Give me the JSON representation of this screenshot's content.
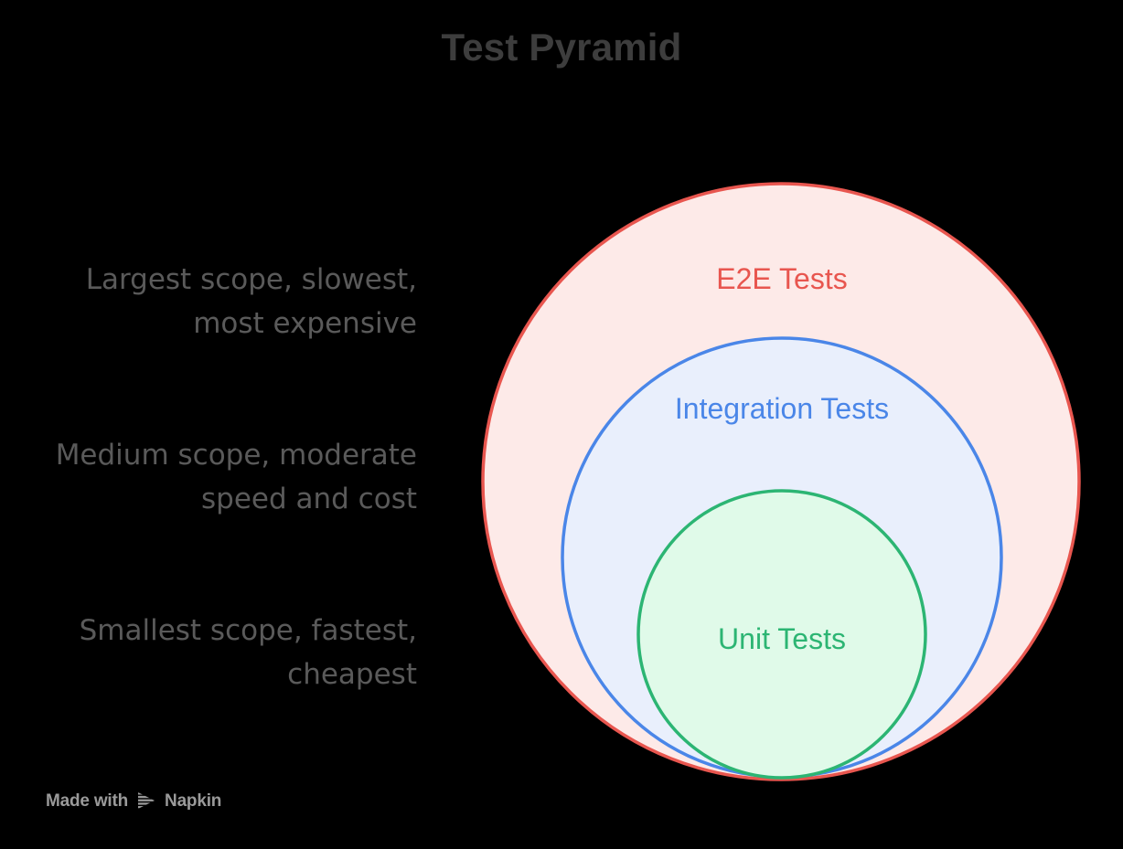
{
  "title": "Test Pyramid",
  "captions": [
    "Largest scope, slowest, most expensive",
    "Medium scope, moderate speed and cost",
    "Smallest scope, fastest, cheapest"
  ],
  "watermark": {
    "made_with": "Made with",
    "brand": "Napkin",
    "logo_icon": "napkin-triangle-icon"
  },
  "colors": {
    "background": "#000000",
    "title": "#3d3d3d",
    "caption": "#5a5a5a",
    "e2e_stroke": "#e8564f",
    "e2e_fill": "#fdeae8",
    "integration_stroke": "#4a86e8",
    "integration_fill": "#e9effc",
    "unit_stroke": "#2cb573",
    "unit_fill": "#e0fae9",
    "watermark": "#9a9a9a"
  },
  "chart_data": {
    "type": "pie",
    "title": "Test Pyramid",
    "xlabel": "",
    "ylabel": "",
    "categories": [
      "E2E Tests",
      "Integration Tests",
      "Unit Tests"
    ],
    "values": [
      326,
      240,
      157
    ],
    "annotations": [
      "Largest scope, slowest, most expensive",
      "Medium scope, moderate speed and cost",
      "Smallest scope, fastest, cheapest"
    ],
    "legend_position": "none",
    "grid": false,
    "series": [
      {
        "name": "E2E Tests",
        "label": "E2E Tests",
        "radius": 326,
        "cx": 854,
        "cy": 527,
        "stroke": "#e8564f",
        "fill": "#fdeae8",
        "description": "Largest scope, slowest, most expensive"
      },
      {
        "name": "Integration Tests",
        "label": "Integration Tests",
        "radius": 240,
        "cx": 855,
        "cy": 610,
        "stroke": "#4a86e8",
        "fill": "#e9effc",
        "description": "Medium scope, moderate speed and cost"
      },
      {
        "name": "Unit Tests",
        "label": "Unit Tests",
        "radius": 157,
        "cx": 855,
        "cy": 694,
        "stroke": "#2cb573",
        "fill": "#e0fae9",
        "description": "Smallest scope, fastest, cheapest"
      }
    ]
  }
}
